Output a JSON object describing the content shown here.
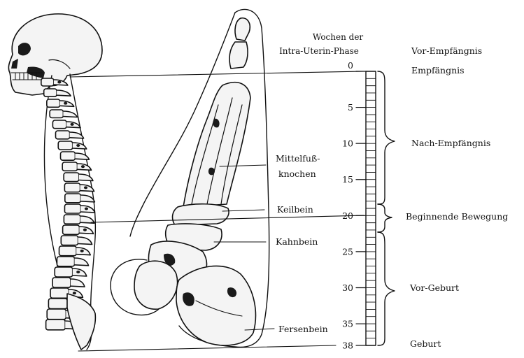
{
  "header": {
    "line1": "Wochen der",
    "line2": "Intra-Uterin-Phase"
  },
  "scale": {
    "min": 0,
    "max": 38,
    "ticks": [
      0,
      5,
      10,
      15,
      20,
      25,
      30,
      35,
      38
    ]
  },
  "bone_labels": [
    {
      "id": "mittelfuss",
      "lines": [
        "Mittelfuß-",
        "knochen"
      ]
    },
    {
      "id": "keilbein",
      "lines": [
        "Keilbein"
      ]
    },
    {
      "id": "kahnbein",
      "lines": [
        "Kahnbein"
      ]
    },
    {
      "id": "fersenbein",
      "lines": [
        "Fersenbein"
      ]
    }
  ],
  "phases": {
    "vor_empfaengnis": "Vor-Empfängnis",
    "empfaengnis": "Empfängnis",
    "nach_empfaengnis": "Nach-Empfängnis",
    "beginnende_bewegung": "Beginnende Bewegung",
    "vor_geburt": "Vor-Geburt",
    "geburt": "Geburt"
  },
  "phase_ranges": {
    "nach_empfaengnis": [
      0,
      18
    ],
    "beginnende_bewegung": [
      18,
      22
    ],
    "vor_geburt": [
      22,
      38
    ]
  },
  "colors": {
    "ink": "#111111",
    "paper": "#ffffff"
  }
}
